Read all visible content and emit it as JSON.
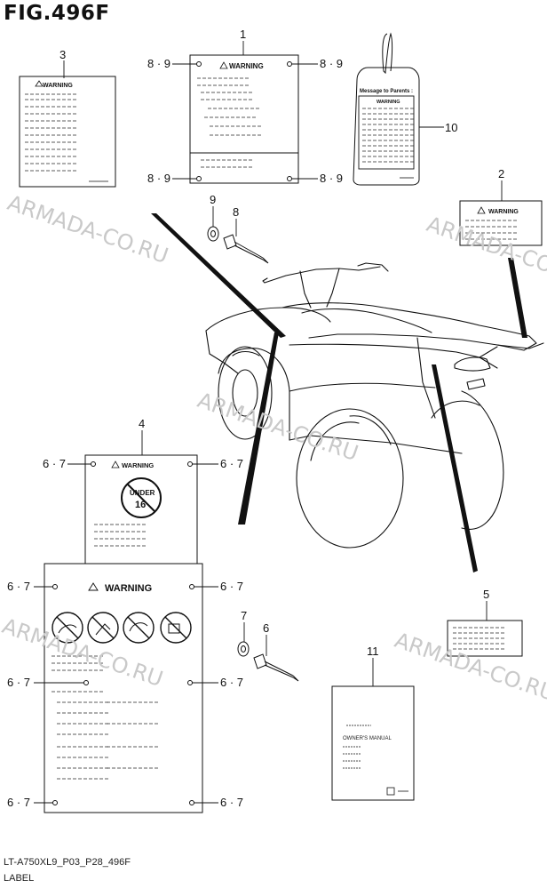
{
  "title": "FIG.496F",
  "footer": {
    "model_code": "LT-A750XL9_P03_P28_496F",
    "caption": "LABEL"
  },
  "watermark": "ARMADA-CO.RU",
  "callouts": {
    "c1": "1",
    "c2": "2",
    "c3": "3",
    "c4": "4",
    "c5": "5",
    "c6": "6",
    "c7": "7",
    "c8": "8",
    "c9": "9",
    "c10": "10",
    "c11": "11",
    "c89": "8 · 9",
    "c67": "6 · 7"
  },
  "label_text": {
    "warning": "WARNING",
    "message_to_parents": "Message to Parents :",
    "under": "UNDER",
    "age": "16",
    "owners_manual": "OWNER'S MANUAL"
  }
}
